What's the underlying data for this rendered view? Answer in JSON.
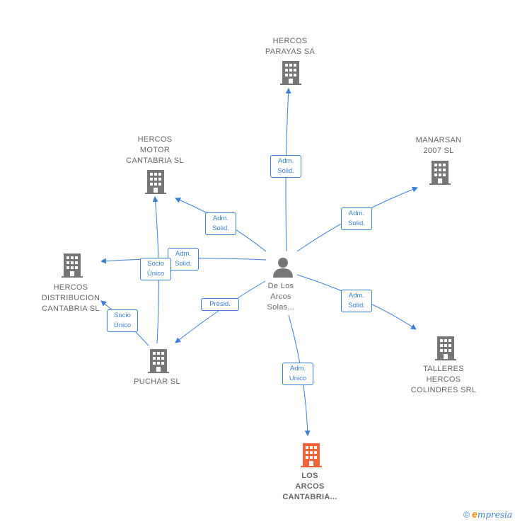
{
  "colors": {
    "edge": "#3a7fd4",
    "company_icon": "#767676",
    "focus_icon": "#f0643a",
    "person_icon": "#767676"
  },
  "nodes": {
    "hercos_parayas": {
      "label": "HERCOS\nPARAYAS SA",
      "icon": "building-icon"
    },
    "hercos_motor": {
      "label": "HERCOS\nMOTOR\nCANTABRIA SL",
      "icon": "building-icon"
    },
    "manarsan": {
      "label": "MANARSAN\n2007 SL",
      "icon": "building-icon"
    },
    "hercos_distribucion": {
      "label": "HERCOS\nDISTRIBUCION\nCANTABRIA  SL",
      "icon": "building-icon"
    },
    "person": {
      "label": "De Los\nArcos\nSolas...",
      "icon": "person-icon"
    },
    "puchar": {
      "label": "PUCHAR SL",
      "icon": "building-icon"
    },
    "talleres": {
      "label": "TALLERES\nHERCOS\nCOLINDRES SRL",
      "icon": "building-icon"
    },
    "los_arcos": {
      "label": "LOS\nARCOS\nCANTABRIA...",
      "icon": "building-icon"
    }
  },
  "edges": {
    "person_parayas": "Adm.\nSolid.",
    "person_motor": "Adm.\nSolid.",
    "person_manarsan": "Adm.\nSolid.",
    "person_distribucion": "Adm.\nSolid.",
    "puchar_motor": "Socio\nÚnico",
    "puchar_distribucion": "Socio\nÚnico",
    "person_puchar": "Presid.",
    "person_talleres": "Adm.\nSolid.",
    "person_los_arcos": "Adm.\nUnico"
  },
  "footer": {
    "copyright": "©",
    "brand_e": "e",
    "brand_rest": "mpresia"
  }
}
